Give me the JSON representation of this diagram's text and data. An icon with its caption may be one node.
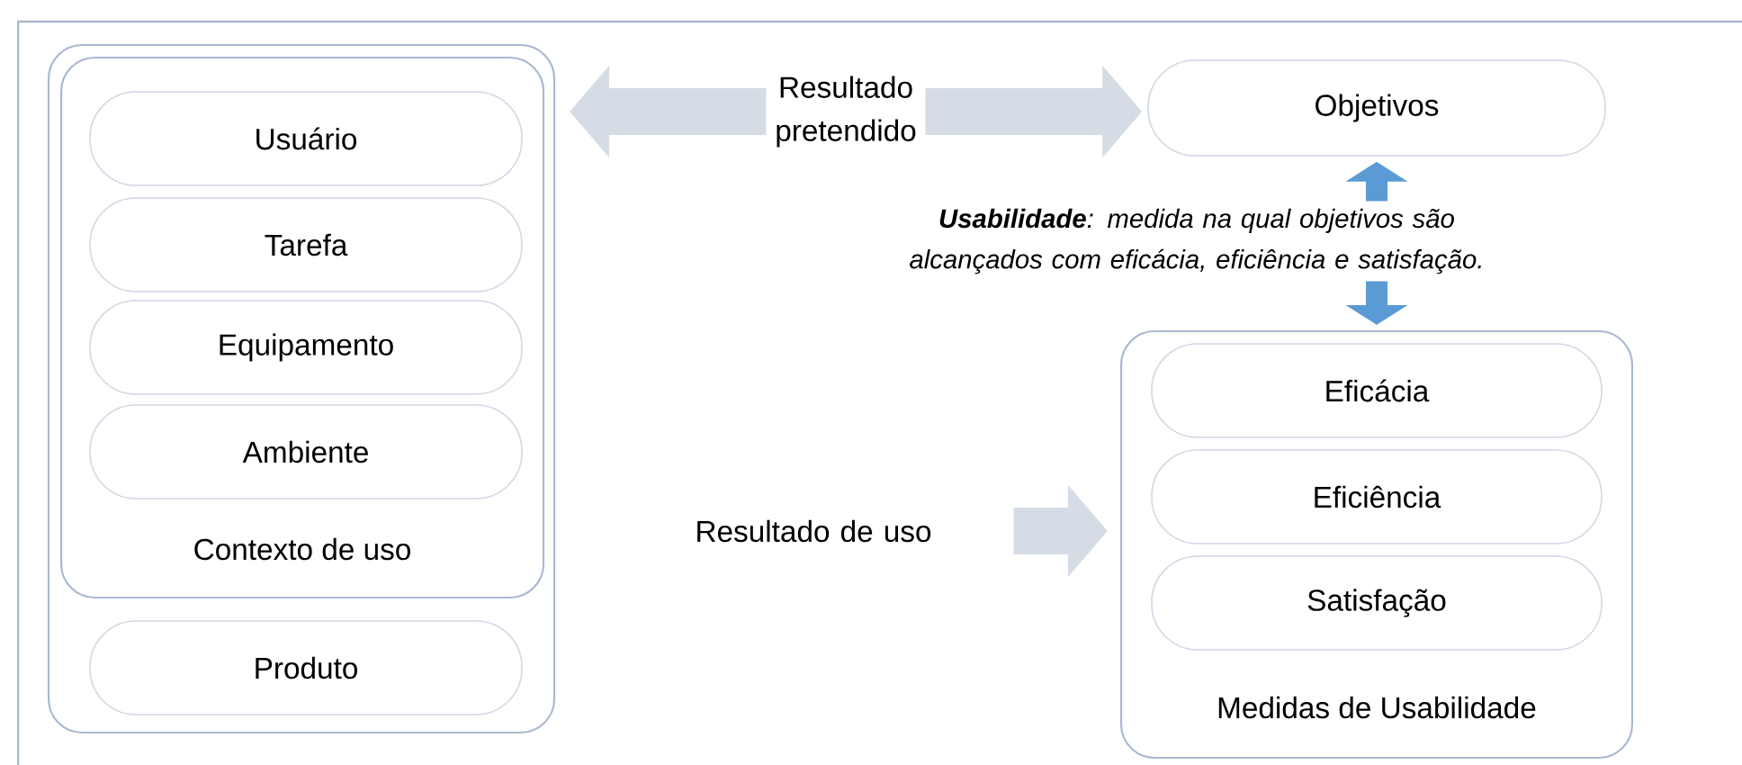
{
  "diagram": {
    "nodes": [
      {
        "text": [],
        "shape": "box"
      },
      {
        "text": [
          "Contexto de uso"
        ],
        "in": 0
      },
      {
        "text": [
          "Usuário"
        ],
        "in": 1
      },
      {
        "text": [
          "Tarefa"
        ],
        "in": 1
      },
      {
        "text": [
          "Equipamento"
        ],
        "in": 1
      },
      {
        "text": [
          "Ambiente"
        ],
        "in": 1
      },
      {
        "text": [
          "Produto"
        ],
        "in": 0
      },
      {
        "text": [
          "Resultado pretendido"
        ]
      },
      {
        "text": [
          "Objetivos"
        ]
      },
      {
        "text": [
          "**Usabilidade**: medida na qual objetivos são alcançados com eficácia, eficiência e satisfação."
        ]
      },
      {
        "text": [
          "Resultado de uso"
        ]
      },
      {
        "text": [
          "Medidas de Usabilidade"
        ]
      },
      {
        "text": [
          "Eficácia"
        ],
        "in": 11
      },
      {
        "text": [
          "Eficiência"
        ],
        "in": 11
      },
      {
        "text": [
          "Satisfação"
        ],
        "in": 11
      }
    ],
    "edges": [
      {
        "from": 7,
        "to": 0,
        "arrow": "to"
      },
      {
        "from": 7,
        "to": 8,
        "arrow": "to"
      },
      {
        "from": 9,
        "to": 8,
        "arrow": "to",
        "color": "#5b9bd5"
      },
      {
        "from": 9,
        "to": 11,
        "arrow": "to",
        "color": "#5b9bd5"
      },
      {
        "from": 10,
        "to": 11,
        "arrow": "to"
      }
    ]
  }
}
